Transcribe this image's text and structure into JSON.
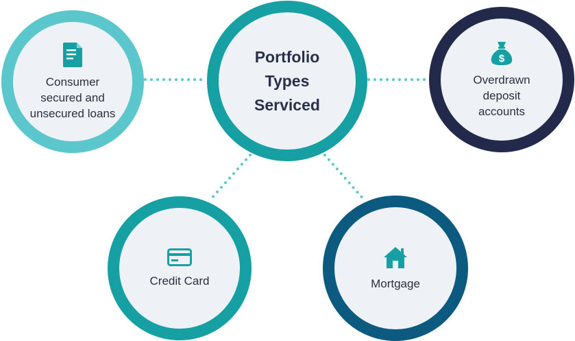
{
  "center": {
    "title_lines": [
      "Portfolio",
      "Types",
      "Serviced"
    ]
  },
  "nodes": {
    "consumer": {
      "lines": [
        "Consumer",
        "secured and",
        "unsecured loans"
      ],
      "icon": "document-icon",
      "ring_color": "#5bc7cc"
    },
    "overdrawn": {
      "lines": [
        "Overdrawn",
        "deposit",
        "accounts"
      ],
      "icon": "money-bag-icon",
      "ring_color": "#23294a"
    },
    "credit": {
      "lines": [
        "Credit Card"
      ],
      "icon": "credit-card-icon",
      "ring_color": "#16a0a4"
    },
    "mortgage": {
      "lines": [
        "Mortgage"
      ],
      "icon": "house-icon",
      "ring_color": "#0d5a80"
    }
  },
  "colors": {
    "center_ring": "#16a0a4",
    "connector": "#5bc7cc",
    "fill": "#eef2f7",
    "text": "#2a2f3f"
  }
}
